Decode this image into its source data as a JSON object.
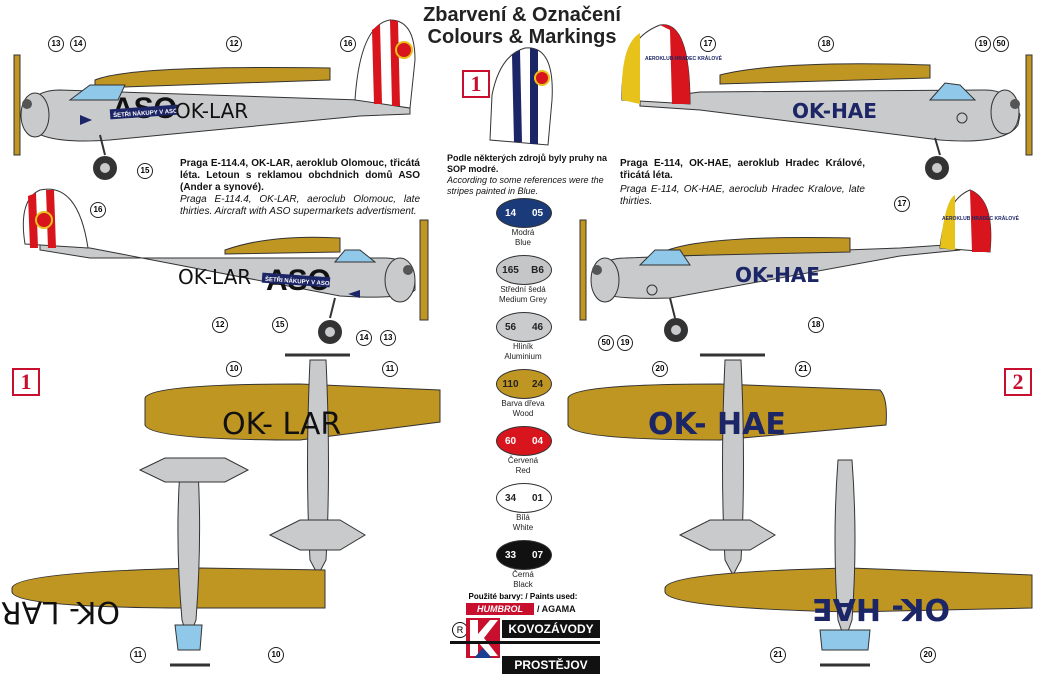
{
  "title": {
    "line1": "Zbarvení & Označení",
    "line2": "Colours & Markings"
  },
  "badges": {
    "one": "1",
    "two": "2"
  },
  "aircraft1": {
    "registration_left": "OK-LAR",
    "registration_right": "OK-LAR",
    "ad_text": "ASO",
    "banner_text": "ŠETŘI NÁKUPY V ASO",
    "wing_upper": "OK-   LAR",
    "wing_lower": "OK-   LAR",
    "desc_cz": "Praga E-114.4, OK-LAR, aeroklub Olomouc, třicátá léta. Letoun s reklamou obchdnich domů ASO (Ander a synové).",
    "desc_en": "Praga E-114.4, OK-LAR, aeroclub Olomouc, late thirties. Aircraft with ASO supermarkets advertisment."
  },
  "aircraft2": {
    "registration_left": "OK-HAE",
    "registration_right": "OK-HAE",
    "wing_upper": "OK-   HAE",
    "wing_lower": "OK-   HAE",
    "tail_text": "AEROKLUB HRADEC KRÁLOVÉ",
    "desc_cz": "Praga E-114, OK-HAE, aeroklub Hradec Králové, třicátá léta.",
    "desc_en": "Praga E-114, OK-HAE, aeroclub Hradec Kralove, late thirties."
  },
  "rudder_note": {
    "cz": "Podle některých zdrojů byly pruhy na SOP modré.",
    "en": "According to some references were the stripes painted in Blue."
  },
  "paints": [
    {
      "a": "14",
      "b": "05",
      "name_cz": "Modrá",
      "name_en": "Blue",
      "color": "#1b3a7a",
      "text": "#ffffff"
    },
    {
      "a": "165",
      "b": "B6",
      "name_cz": "Střední šedá",
      "name_en": "Medium Grey",
      "color": "#c4c6c8",
      "text": "#222222"
    },
    {
      "a": "56",
      "b": "46",
      "name_cz": "Hliník",
      "name_en": "Aluminium",
      "color": "#c9cbcc",
      "text": "#222222"
    },
    {
      "a": "110",
      "b": "24",
      "name_cz": "Barva dřeva",
      "name_en": "Wood",
      "color": "#c09623",
      "text": "#222222"
    },
    {
      "a": "60",
      "b": "04",
      "name_cz": "Červená",
      "name_en": "Red",
      "color": "#d8141c",
      "text": "#ffffff"
    },
    {
      "a": "34",
      "b": "01",
      "name_cz": "Bílá",
      "name_en": "White",
      "color": "#ffffff",
      "text": "#222222"
    },
    {
      "a": "33",
      "b": "07",
      "name_cz": "Černá",
      "name_en": "Black",
      "color": "#111111",
      "text": "#ffffff"
    }
  ],
  "paints_used": "Použité barvy: / Paints used:",
  "brands": {
    "humbrol": "HUMBROL",
    "agama": "/ AGAMA"
  },
  "manufacturer": {
    "top": "KOVOZÁVODY",
    "bottom": "PROSTĚJOV",
    "registered": "R"
  },
  "callouts": {
    "c13a": "13",
    "c14a": "14",
    "c12a": "12",
    "c16a": "16",
    "c15a": "15",
    "c17a": "17",
    "c18a": "18",
    "c19a": "19",
    "c50a": "50",
    "c16b": "16",
    "c12b": "12",
    "c15b": "15",
    "c14b": "14",
    "c13b": "13",
    "c17b": "17",
    "c50b": "50",
    "c19b": "19",
    "c18b": "18",
    "c10a": "10",
    "c11a": "11",
    "c11b": "11",
    "c10b": "10",
    "c20a": "20",
    "c21a": "21",
    "c21b": "21",
    "c20b": "20"
  },
  "colors": {
    "wood": "#c09623",
    "silver": "#c8cacc",
    "navy": "#1c2566",
    "red": "#d8141c",
    "canopy": "#8fc8e8"
  }
}
